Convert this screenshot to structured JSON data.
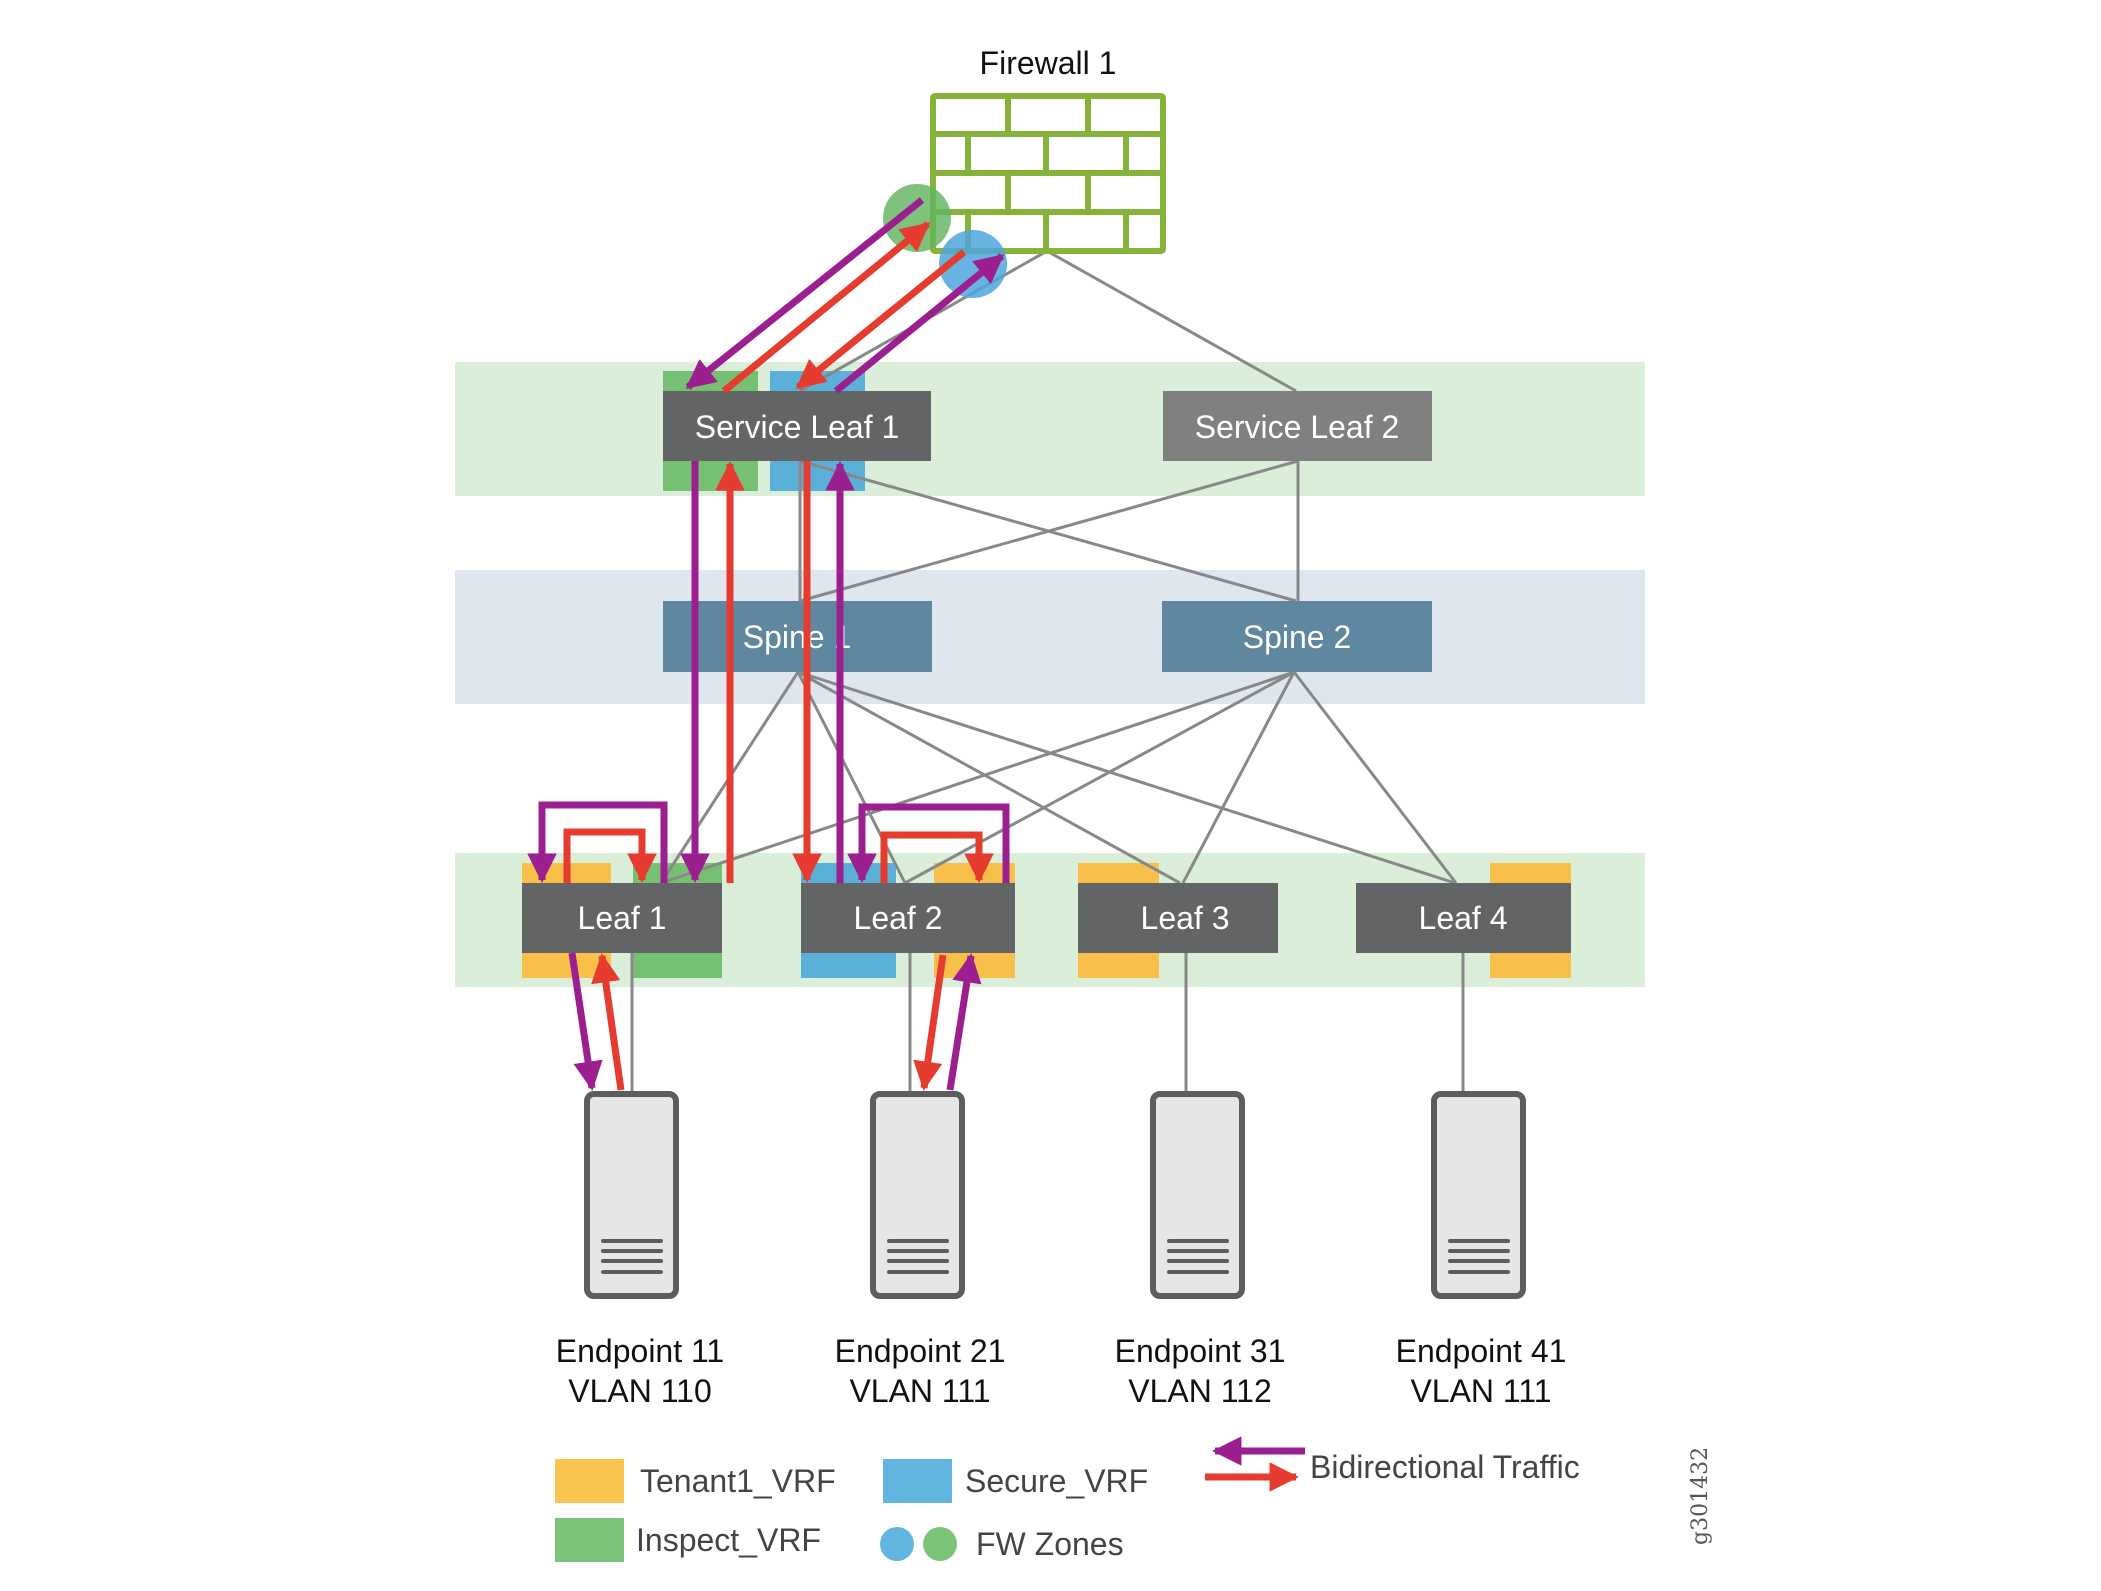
{
  "title": "Service chaining traffic flow through Firewall 1",
  "colors": {
    "tenant1_vrf": "#f8c04b",
    "secure_vrf": "#5ab0d9",
    "inspect_vrf": "#76c074",
    "firewall": "#86b33a",
    "service_leaf_1": "#636466",
    "service_leaf_2": "#808080",
    "spine": "#5f879f",
    "leaf": "#636466",
    "band_green": "#daeeda",
    "band_blue": "#dfe6ed",
    "traffic_purple": "#9b1f8e",
    "traffic_red": "#e63c2f",
    "link_gray": "#888888"
  },
  "firewall": {
    "label": "Firewall 1"
  },
  "service_leaves": [
    {
      "label": "Service Leaf 1"
    },
    {
      "label": "Service Leaf 2"
    }
  ],
  "spines": [
    {
      "label": "Spine 1"
    },
    {
      "label": "Spine 2"
    }
  ],
  "leaves": [
    {
      "label": "Leaf 1"
    },
    {
      "label": "Leaf 2"
    },
    {
      "label": "Leaf 3"
    },
    {
      "label": "Leaf 4"
    }
  ],
  "endpoints": [
    {
      "name": "Endpoint 11",
      "vlan": "VLAN 110"
    },
    {
      "name": "Endpoint 21",
      "vlan": "VLAN 111"
    },
    {
      "name": "Endpoint 31",
      "vlan": "VLAN 112"
    },
    {
      "name": "Endpoint 41",
      "vlan": "VLAN 111"
    }
  ],
  "legend": {
    "tenant1_vrf": "Tenant1_VRF",
    "secure_vrf": "Secure_VRF",
    "inspect_vrf": "Inspect_VRF",
    "fw_zones": "FW Zones",
    "bidirectional_traffic": "Bidirectional Traffic"
  },
  "figure_id": "g301432"
}
